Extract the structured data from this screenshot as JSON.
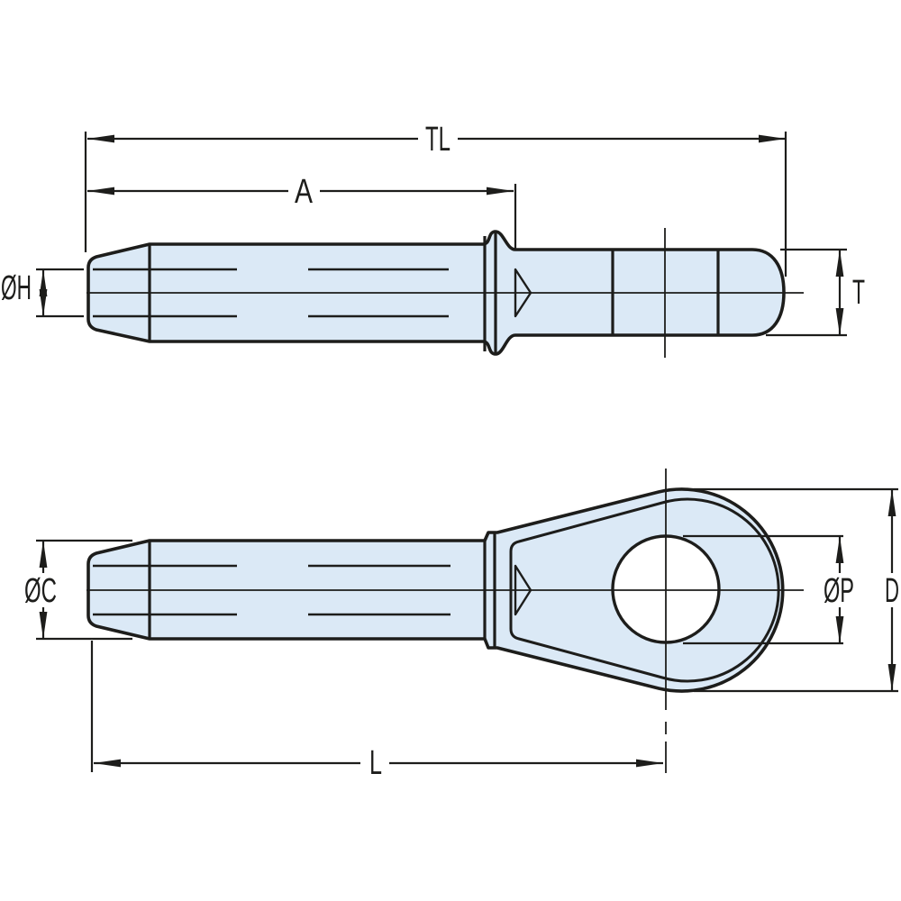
{
  "colors": {
    "background": "#ffffff",
    "line": "#1d1d1b",
    "part_fill": "#dbe9f6"
  },
  "dimension_labels": {
    "total_length": "TL",
    "swage_length": "A",
    "wire_hole_diameter": "ØH",
    "eye_thickness": "T",
    "shank_diameter": "ØC",
    "eye_hole_diameter": "ØP",
    "eye_outer_width": "D",
    "length_to_eye_center": "L"
  }
}
